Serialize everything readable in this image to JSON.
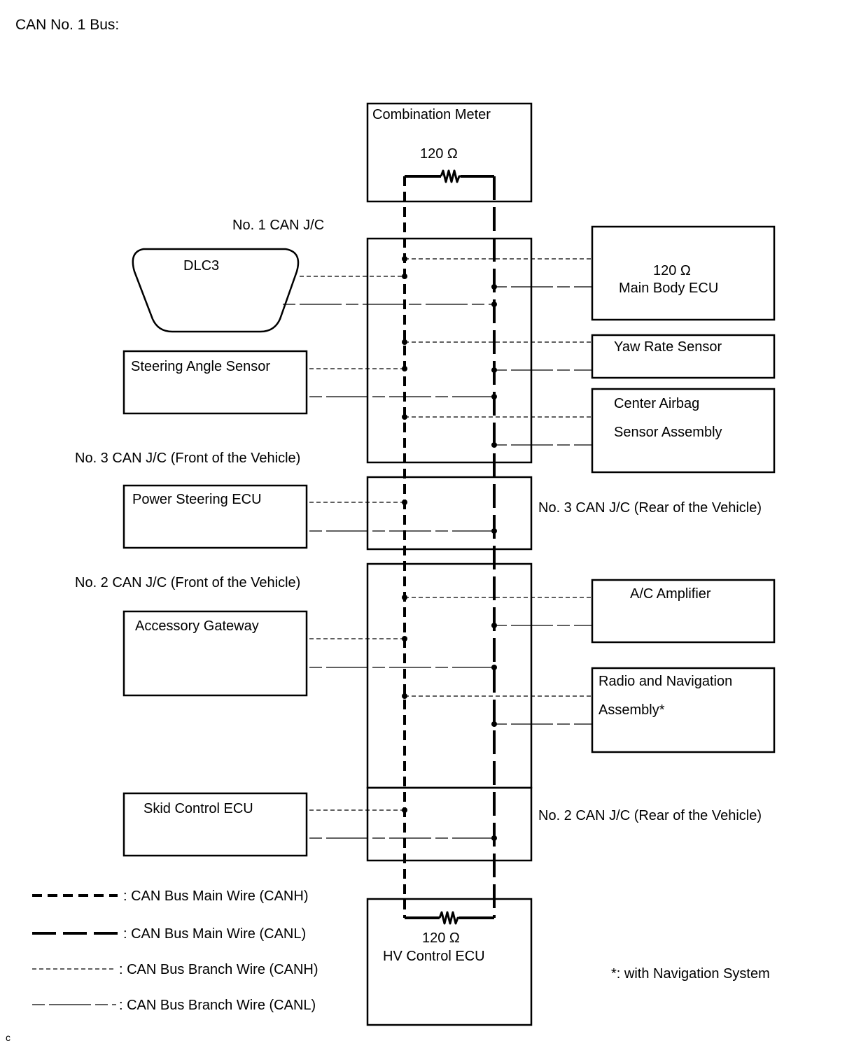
{
  "title": "CAN No. 1 Bus:",
  "resistor_value": "120 Ω",
  "junction_connectors": {
    "no1": "No. 1 CAN J/C",
    "no3_front": "No. 3  CAN J/C (Front of the Vehicle)",
    "no3_rear": "No. 3 CAN J/C (Rear of the Vehicle)",
    "no2_front": "No. 2 CAN J/C (Front of the Vehicle)",
    "no2_rear": "No. 2 CAN J/C (Rear of the Vehicle)"
  },
  "components": {
    "combination_meter": "Combination Meter",
    "dlc3": "DLC3",
    "main_body_ecu": "Main Body ECU",
    "yaw_rate_sensor": "Yaw Rate Sensor",
    "steering_angle_sensor": "Steering Angle Sensor",
    "center_airbag_line1": "Center Airbag",
    "center_airbag_line2": "Sensor Assembly",
    "power_steering_ecu": "Power Steering ECU",
    "ac_amplifier": "A/C Amplifier",
    "accessory_gateway": "Accessory Gateway",
    "radio_nav_line1": "Radio and Navigation",
    "radio_nav_line2": "Assembly*",
    "skid_control_ecu": "Skid Control ECU",
    "hv_control_ecu": "HV Control ECU"
  },
  "legend": {
    "main_canh": ": CAN Bus Main Wire (CANH)",
    "main_canl": ": CAN Bus Main Wire (CANL)",
    "branch_canh": ": CAN Bus Branch Wire (CANH)",
    "branch_canl": ": CAN Bus Branch Wire (CANL)"
  },
  "footnote": "*: with Navigation System",
  "corner_mark": "c"
}
